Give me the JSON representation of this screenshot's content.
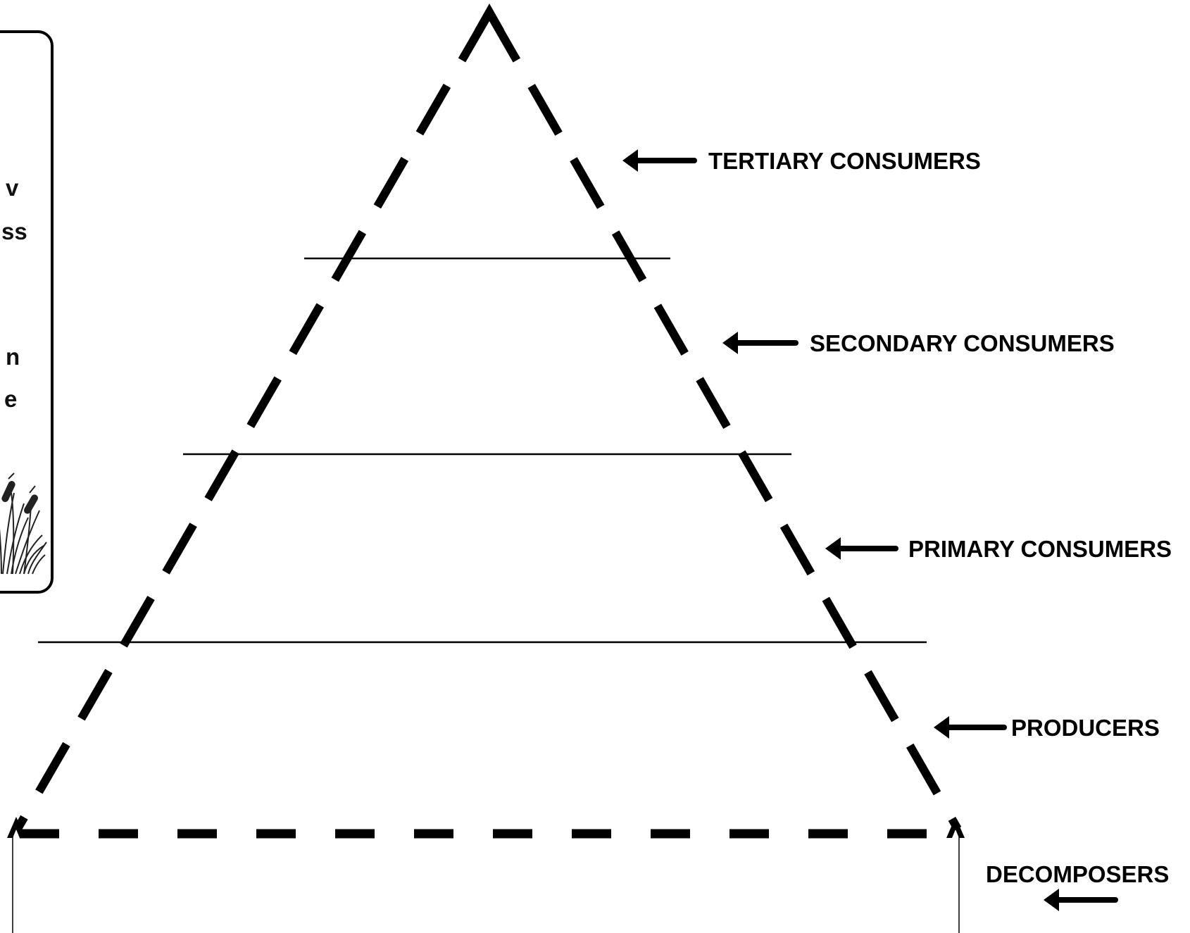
{
  "levels": {
    "tertiary": "TERTIARY CONSUMERS",
    "secondary": "SECONDARY CONSUMERS",
    "primary": "PRIMARY CONSUMERS",
    "producers": "PRODUCERS",
    "decomposers": "DECOMPOSERS"
  },
  "side_panel": {
    "fragments": [
      "v",
      "ss",
      "n",
      "e"
    ],
    "illustration_icon": "cattail-grass-icon"
  },
  "colors": {
    "ink": "#000000",
    "background": "#ffffff"
  }
}
